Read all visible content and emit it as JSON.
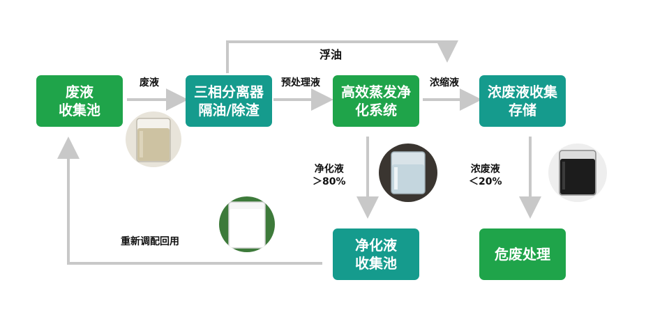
{
  "nodes": {
    "waste_collection": [
      "废液",
      "收集池"
    ],
    "separator": [
      "三相分离器",
      "隔油/除渣"
    ],
    "evaporation": [
      "高效蒸发净",
      "化系统"
    ],
    "concentrate_storage": [
      "浓废液收集",
      "存储"
    ],
    "purified_collection": [
      "净化液",
      "收集池"
    ],
    "hazardous_disposal": [
      "危废处理"
    ]
  },
  "edge_labels": {
    "waste": "废液",
    "pretreated": "预处理液",
    "floating_oil": "浮油",
    "concentrate": "浓缩液",
    "purified": "净化液",
    "purified_ratio": "＞80%",
    "concentrate_waste": "浓废液",
    "concentrate_ratio": "＜20%",
    "reuse": "重新调配回用"
  },
  "colors": {
    "green": "#1fa44a",
    "teal": "#159b8d",
    "arrow": "#c8c8c8"
  }
}
